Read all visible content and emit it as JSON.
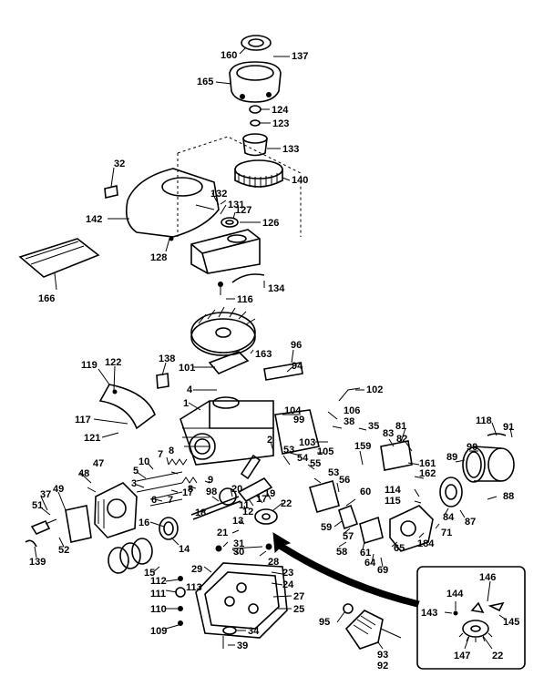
{
  "diagram": {
    "labels": {
      "l160": "160",
      "l137": "137",
      "l165": "165",
      "l124": "124",
      "l123": "123",
      "l133": "133",
      "l140": "140",
      "l32": "32",
      "l131": "131",
      "l132": "132",
      "l142": "142",
      "l127": "127",
      "l126": "126",
      "l128": "128",
      "l166": "166",
      "l134": "134",
      "l116": "116",
      "l96": "96",
      "l163": "163",
      "l94": "94",
      "l101": "101",
      "l138": "138",
      "l119": "119",
      "l122": "122",
      "l117": "117",
      "l121": "121",
      "l4": "4",
      "l1": "1",
      "l102": "102",
      "l104": "104",
      "l99": "99",
      "l106": "106",
      "l38": "38",
      "l35": "35",
      "l103": "103",
      "l105": "105",
      "l83": "83",
      "l81": "81",
      "l82": "82",
      "l118": "118",
      "l91": "91",
      "l89": "89",
      "l90": "90",
      "l159": "159",
      "l53": "53",
      "l54": "54",
      "l55": "55",
      "l53b": "53",
      "l56": "56",
      "l2": "2",
      "l161": "161",
      "l162": "162",
      "l47": "47",
      "l10": "10",
      "l7a": "7",
      "l8a": "8",
      "l48": "48",
      "l5": "5",
      "l3": "3",
      "l9": "9",
      "l6": "6",
      "l7b": "7",
      "l8b": "8",
      "l17a": "17",
      "l18": "18",
      "l98": "98",
      "l20": "20",
      "l11": "11",
      "l12": "12",
      "l13": "13",
      "l17b": "17",
      "l19": "19",
      "l22": "22",
      "l60": "60",
      "l114": "114",
      "l115": "115",
      "l88": "88",
      "l49": "49",
      "l37": "37",
      "l51": "51",
      "l52": "52",
      "l139": "139",
      "l16": "16",
      "l14": "14",
      "l21": "21",
      "l31": "31",
      "l30": "30",
      "l28": "28",
      "l59": "59",
      "l57": "57",
      "l58": "58",
      "l61": "61",
      "l65": "65",
      "l184": "184",
      "l71": "71",
      "l84": "84",
      "l87": "87",
      "l64": "64",
      "l69": "69",
      "l15": "15",
      "l29": "29",
      "l23": "23",
      "l24": "24",
      "l112": "112",
      "l113": "113",
      "l111": "111",
      "l110": "110",
      "l109": "109",
      "l27": "27",
      "l25": "25",
      "l34": "34",
      "l39": "39",
      "l95": "95",
      "l146": "146",
      "l144": "144",
      "l143": "143",
      "l145": "145",
      "l147": "147",
      "l22b": "22",
      "l93": "93",
      "l92": "92"
    }
  }
}
